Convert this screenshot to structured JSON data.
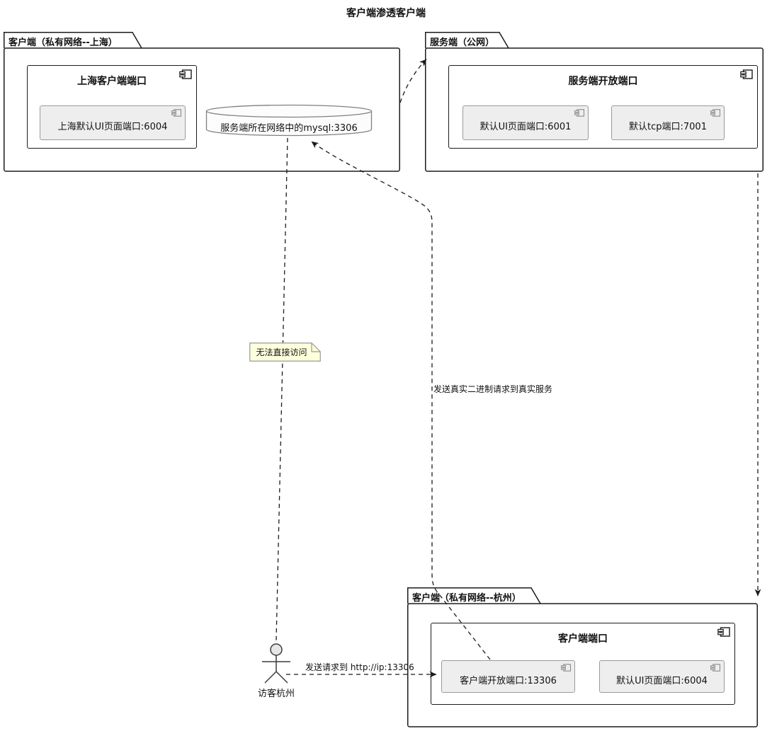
{
  "diagram_title": "客户端渗透客户端",
  "packages": {
    "shanghai": {
      "label": "客户端（私有网络--上海）",
      "component": {
        "title": "上海客户端端口",
        "ports": [
          {
            "label": "上海默认UI页面端口:6004"
          }
        ]
      }
    },
    "server": {
      "label": "服务端（公网）",
      "component": {
        "title": "服务端开放端口",
        "ports": [
          {
            "label": "默认UI页面端口:6001"
          },
          {
            "label": "默认tcp端口:7001"
          }
        ]
      }
    },
    "hangzhou": {
      "label": "客户端（私有网络--杭州）",
      "component": {
        "title": "客户端端口",
        "ports": [
          {
            "label": "客户端开放端口:13306"
          },
          {
            "label": "默认UI页面端口:6004"
          }
        ]
      }
    }
  },
  "database": {
    "label": "服务端所在网络中的mysql:3306"
  },
  "actor": {
    "label": "访客杭州"
  },
  "note": {
    "text": "无法直接访问"
  },
  "edges": [
    {
      "from": "客户端（私有网络--上海）",
      "to": "服务端（公网）",
      "style": "dashed-arrow",
      "label": ""
    },
    {
      "from": "访客杭州",
      "to": "服务端所在网络中的mysql:3306",
      "style": "dashed",
      "label": "",
      "note": "无法直接访问"
    },
    {
      "from": "客户端开放端口:13306",
      "to": "服务端所在网络中的mysql:3306",
      "style": "dashed-arrow",
      "label": "发送真实二进制请求到真实服务"
    },
    {
      "from": "访客杭州",
      "to": "客户端开放端口:13306",
      "style": "dashed-arrow",
      "label": "发送请求到 http://ip:13306"
    },
    {
      "from": "服务端（公网）",
      "to": "客户端（私有网络--杭州）",
      "style": "dashed-arrow",
      "label": ""
    }
  ],
  "colors": {
    "line": "#1b1b1b",
    "component_fill": "#ffffff",
    "port_fill": "#eeeeee",
    "port_border": "#9a9a9a",
    "cylinder_fill": "#fcfcfc",
    "note_fill": "#feffdd"
  }
}
